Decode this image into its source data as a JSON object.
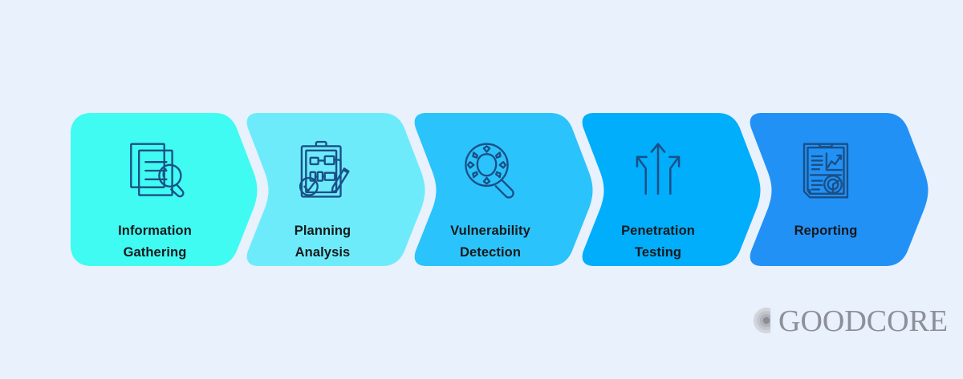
{
  "background_color": "#e8f1fc",
  "process": {
    "name": "penetration-testing-process",
    "icon_stroke_color": "#1a4f86",
    "label_color": "#18191c",
    "steps": [
      {
        "index": 1,
        "label": "Information\nGathering",
        "line1": "Information",
        "line2": "Gathering",
        "color": "#40fbf2",
        "icon": "documents-magnifier-icon"
      },
      {
        "index": 2,
        "label": "Planning\nAnalysis",
        "line1": "Planning",
        "line2": "Analysis",
        "color": "#6debfb",
        "icon": "clipboard-flowchart-pencil-icon"
      },
      {
        "index": 3,
        "label": "Vulnerability\nDetection",
        "line1": "Vulnerability",
        "line2": "Detection",
        "color": "#2bc3fb",
        "icon": "virus-magnifier-icon"
      },
      {
        "index": 4,
        "label": "Penetration\nTesting",
        "line1": "Penetration",
        "line2": "Testing",
        "color": "#00aefb",
        "icon": "three-arrows-up-icon"
      },
      {
        "index": 5,
        "label": "Reporting",
        "line1": "Reporting",
        "line2": "",
        "color": "#2291f5",
        "icon": "report-clipboard-chart-icon"
      }
    ]
  },
  "brand": {
    "name": "GoodCore",
    "wordmark": "GOODCORE",
    "mark": "concentric-rings-icon",
    "wordmark_color": "#8d9099",
    "mark_color": "#a8abb3"
  }
}
